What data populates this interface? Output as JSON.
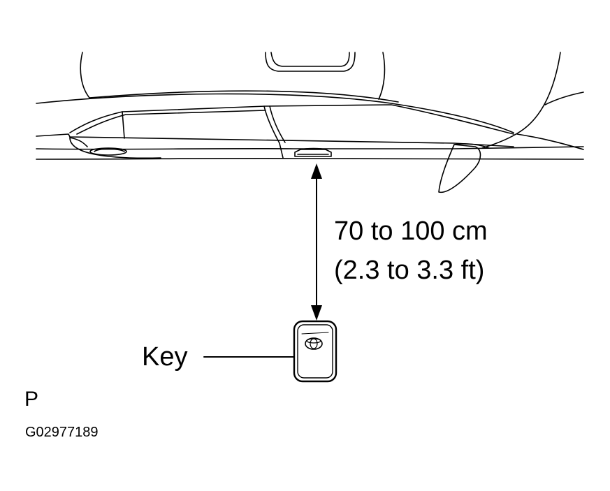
{
  "labels": {
    "distance_metric": "70 to 100 cm",
    "distance_imperial": "(2.3 to 3.3 ft)",
    "key": "Key",
    "view_letter": "P",
    "figure_code": "G02977189"
  },
  "colors": {
    "ink": "#000000",
    "background": "#ffffff"
  },
  "icons": {
    "emblem": "toyota-emblem-icon",
    "arrow": "double-headed-arrow-icon"
  }
}
